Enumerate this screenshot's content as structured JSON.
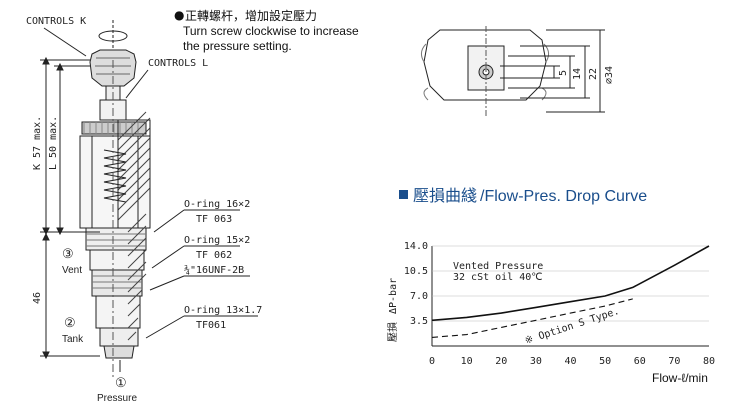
{
  "note": {
    "bullet": "●",
    "cn": "正轉螺杆，增加設定壓力",
    "en1": "Turn screw clockwise to increase",
    "en2": "the pressure setting."
  },
  "labels": {
    "controls_k": "CONTROLS K",
    "controls_l": "CONTROLS L",
    "k_dim": "K 57 max.",
    "l_dim": "L 50 max.",
    "dim_46": "46",
    "port3_num": "③",
    "port3_name": "Vent",
    "port2_num": "②",
    "port2_name": "Tank",
    "port1_num": "①",
    "port1_name": "Pressure",
    "oring1_name": "O-ring 16×2",
    "oring1_code": "TF 063",
    "oring2_name": "O-ring 15×2",
    "oring2_code": "TF 062",
    "thread": "¾\"16UNF-2B",
    "oring3_name": "O-ring 13×1.7",
    "oring3_code": "TF061"
  },
  "knob_dims": {
    "d1": "5",
    "d2": "14",
    "d3": "22",
    "d4": "⌀34"
  },
  "chart_data": {
    "type": "line",
    "title_cn": "壓損曲綫",
    "title_en": "/Flow-Pres. Drop Curve",
    "ylabel_cn": "壓損",
    "ylabel_unit": "ΔP-bar",
    "xlabel": "Flow-ℓ/min",
    "legend": [
      "Vented Pressure",
      "32 cSt oil 40℃"
    ],
    "annotation": "※ Option S Type.",
    "x_ticks": [
      "0",
      "10",
      "20",
      "30",
      "40",
      "50",
      "60",
      "70",
      "80"
    ],
    "y_ticks": [
      "3.5",
      "7.0",
      "10.5",
      "14.0"
    ],
    "xlim": [
      0,
      80
    ],
    "ylim": [
      0,
      14
    ],
    "series": [
      {
        "style": "solid",
        "x": [
          0,
          10,
          20,
          30,
          40,
          50,
          58,
          70,
          80
        ],
        "y": [
          3.6,
          4.0,
          4.6,
          5.4,
          6.2,
          7.0,
          8.2,
          11.3,
          14.0
        ]
      },
      {
        "style": "dashed",
        "x": [
          0,
          10,
          20,
          30,
          40,
          50,
          58
        ],
        "y": [
          1.2,
          1.6,
          2.6,
          3.6,
          4.6,
          5.6,
          6.6
        ]
      }
    ]
  },
  "colors": {
    "title": "#1a4e8c",
    "ink": "#222222"
  }
}
